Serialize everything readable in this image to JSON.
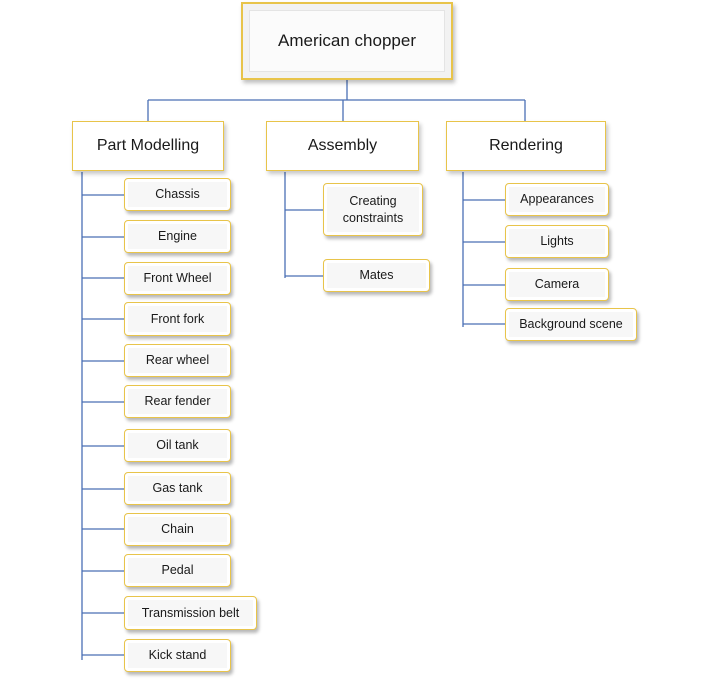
{
  "root": {
    "label": "American chopper"
  },
  "branches": [
    {
      "label": "Part Modelling",
      "children": [
        "Chassis",
        "Engine",
        "Front Wheel",
        "Front fork",
        "Rear wheel",
        "Rear fender",
        "Oil tank",
        "Gas tank",
        "Chain",
        "Pedal",
        "Transmission belt",
        "Kick stand"
      ]
    },
    {
      "label": "Assembly",
      "children": [
        "Creating constraints",
        "Mates"
      ]
    },
    {
      "label": "Rendering",
      "children": [
        "Appearances",
        "Lights",
        "Camera",
        "Background scene"
      ]
    }
  ],
  "colors": {
    "connector": "#4a6fb5",
    "box_border": "#e8c44a",
    "box_fill": "#f7f7f7"
  }
}
